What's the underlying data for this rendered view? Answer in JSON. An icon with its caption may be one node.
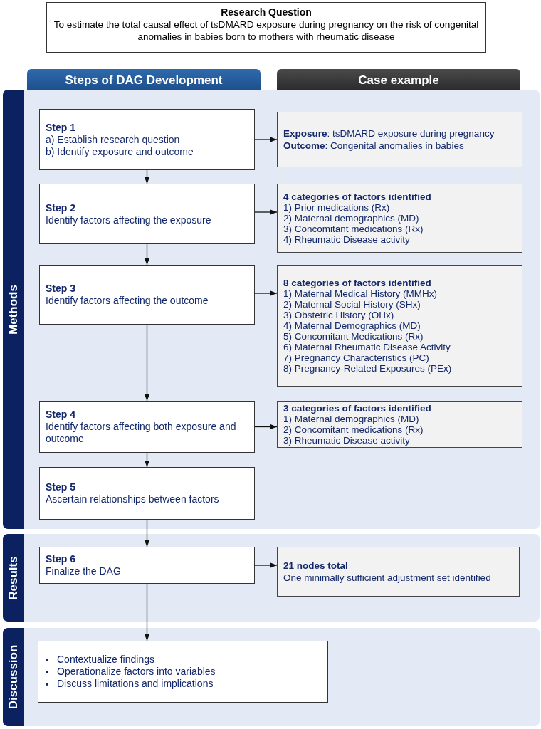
{
  "diagram": {
    "nodes": [
      {
        "text": [
          "Research Question",
          "To estimate the total causal effect of tsDMARD exposure during pregnancy on the risk of congenital anomalies in babies born to mothers with rheumatic disease"
        ]
      },
      {
        "text": [
          "Steps of DAG Development"
        ]
      },
      {
        "text": [
          "Case example"
        ]
      },
      {
        "text": [
          "Methods"
        ]
      },
      {
        "text": [
          "Step 1",
          "a) Establish research question",
          "b) Identify exposure and outcome"
        ],
        "in": 3
      },
      {
        "text": [
          "**Exposure**: tsDMARD exposure during pregnancy",
          "**Outcome**: Congenital anomalies in babies"
        ],
        "in": 3
      },
      {
        "text": [
          "Step 2",
          "Identify factors affecting the exposure"
        ],
        "in": 3
      },
      {
        "text": [
          "4 categories of factors identified",
          "1) Prior medications (Rx)",
          "2) Maternal demographics (MD)",
          "3) Concomitant medications (Rx)",
          "4) Rheumatic Disease activity"
        ],
        "in": 3
      },
      {
        "text": [
          "Step 3",
          "Identify factors affecting the outcome"
        ],
        "in": 3
      },
      {
        "text": [
          "8 categories of factors identified",
          "1) Maternal Medical History (MMHx)",
          "2) Maternal Social History (SHx)",
          "3) Obstetric History (OHx)",
          "4) Maternal Demographics (MD)",
          "5) Concomitant Medications (Rx)",
          "6) Maternal Rheumatic Disease Activity",
          "7) Pregnancy Characteristics (PC)",
          "8) Pregnancy-Related Exposures (PEx)"
        ],
        "in": 3
      },
      {
        "text": [
          "Step 4",
          "Identify factors affecting both exposure and outcome"
        ],
        "in": 3
      },
      {
        "text": [
          "3 categories of factors identified",
          "1) Maternal demographics (MD)",
          "2) Concomitant medications (Rx)",
          "3) Rheumatic Disease activity"
        ],
        "in": 3
      },
      {
        "text": [
          "Step 5",
          "Ascertain relationships between factors"
        ],
        "in": 3
      },
      {
        "text": [
          "Results"
        ]
      },
      {
        "text": [
          "Step 6",
          "Finalize the DAG"
        ],
        "in": 13
      },
      {
        "text": [
          "21 nodes total",
          "One minimally sufficient adjustment set identified"
        ],
        "in": 13
      },
      {
        "text": [
          "Discussion"
        ]
      },
      {
        "text": [
          "Contextualize findings",
          "Operationalize factors into variables",
          "Discuss limitations and implications"
        ],
        "in": 16
      }
    ],
    "edges": [
      {
        "from": 4,
        "to": 5,
        "arrow": "to"
      },
      {
        "from": 4,
        "to": 6,
        "arrow": "to"
      },
      {
        "from": 6,
        "to": 7,
        "arrow": "to"
      },
      {
        "from": 6,
        "to": 8,
        "arrow": "to"
      },
      {
        "from": 8,
        "to": 9,
        "arrow": "to"
      },
      {
        "from": 8,
        "to": 10,
        "arrow": "to"
      },
      {
        "from": 10,
        "to": 11,
        "arrow": "to"
      },
      {
        "from": 10,
        "to": 12,
        "arrow": "to"
      },
      {
        "from": 12,
        "to": 14,
        "arrow": "to"
      },
      {
        "from": 14,
        "to": 15,
        "arrow": "to"
      },
      {
        "from": 14,
        "to": 17,
        "arrow": "to"
      }
    ]
  }
}
